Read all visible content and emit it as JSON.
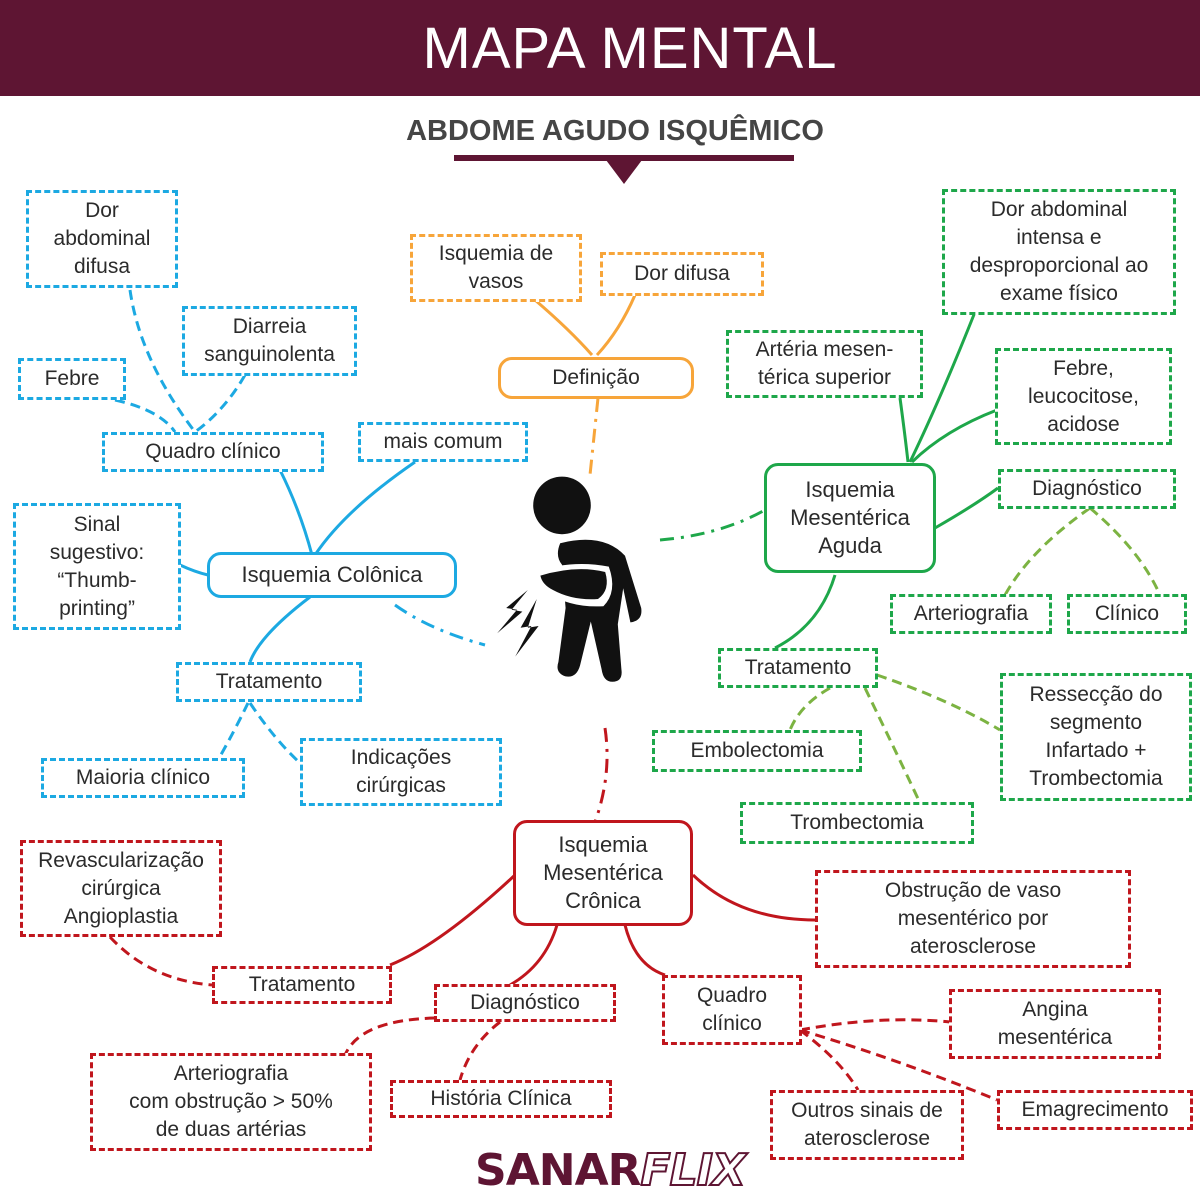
{
  "header": {
    "title": "MAPA MENTAL",
    "subtitle": "ABDOME AGUDO ISQUÊMICO",
    "colors": {
      "header_bg": "#5e1533",
      "colonica": "#1ca9e2",
      "definicao": "#f7a53a",
      "aguda": "#1ea74a",
      "cronica": "#c0161d"
    }
  },
  "figure": {
    "icon": "person-abdominal-pain-icon"
  },
  "definicao": {
    "center": "Definição",
    "items": [
      "Isquemia de\nvasos",
      "Dor difusa"
    ]
  },
  "colonica": {
    "center": "Isquemia Colônica",
    "quadro": "Quadro clínico",
    "quadro_items": [
      "Dor\nabdominal\ndifusa",
      "Diarreia\nsanguinolenta",
      "Febre"
    ],
    "mais_comum": "mais comum",
    "sinal": "Sinal\nsugestivo:\n“Thumb-\nprinting”",
    "tratamento": "Tratamento",
    "tratamento_items": [
      "Maioria clínico",
      "Indicações\ncirúrgicas"
    ]
  },
  "aguda": {
    "center": "Isquemia\nMesentérica\nAguda",
    "items": [
      "Artéria mesen-\ntérica superior",
      "Dor abdominal\nintensa e\ndesproporcional ao\nexame físico",
      "Febre,\nleucocitose,\nacidose"
    ],
    "diagnostico": "Diagnóstico",
    "diagnostico_items": [
      "Arteriografia",
      "Clínico"
    ],
    "tratamento": "Tratamento",
    "tratamento_items": [
      "Embolectomia",
      "Trombectomia",
      "Ressecção do\nsegmento\nInfartado +\nTrombectomia"
    ]
  },
  "cronica": {
    "center": "Isquemia\nMesentérica\nCrônica",
    "obstrucao": "Obstrução de vaso\nmesentérico por\naterosclerose",
    "tratamento": "Tratamento",
    "tratamento_item": "Revascularização\ncirúrgica\nAngioplastia",
    "diagnostico": "Diagnóstico",
    "diagnostico_items": [
      "Arteriografia\ncom obstrução > 50%\nde duas artérias",
      "História Clínica"
    ],
    "quadro": "Quadro\nclínico",
    "quadro_items": [
      "Angina\nmesentérica",
      "Emagrecimento",
      "Outros sinais de\naterosclerose"
    ]
  },
  "logo": {
    "part1": "SANAR",
    "part2": "FLIX"
  }
}
